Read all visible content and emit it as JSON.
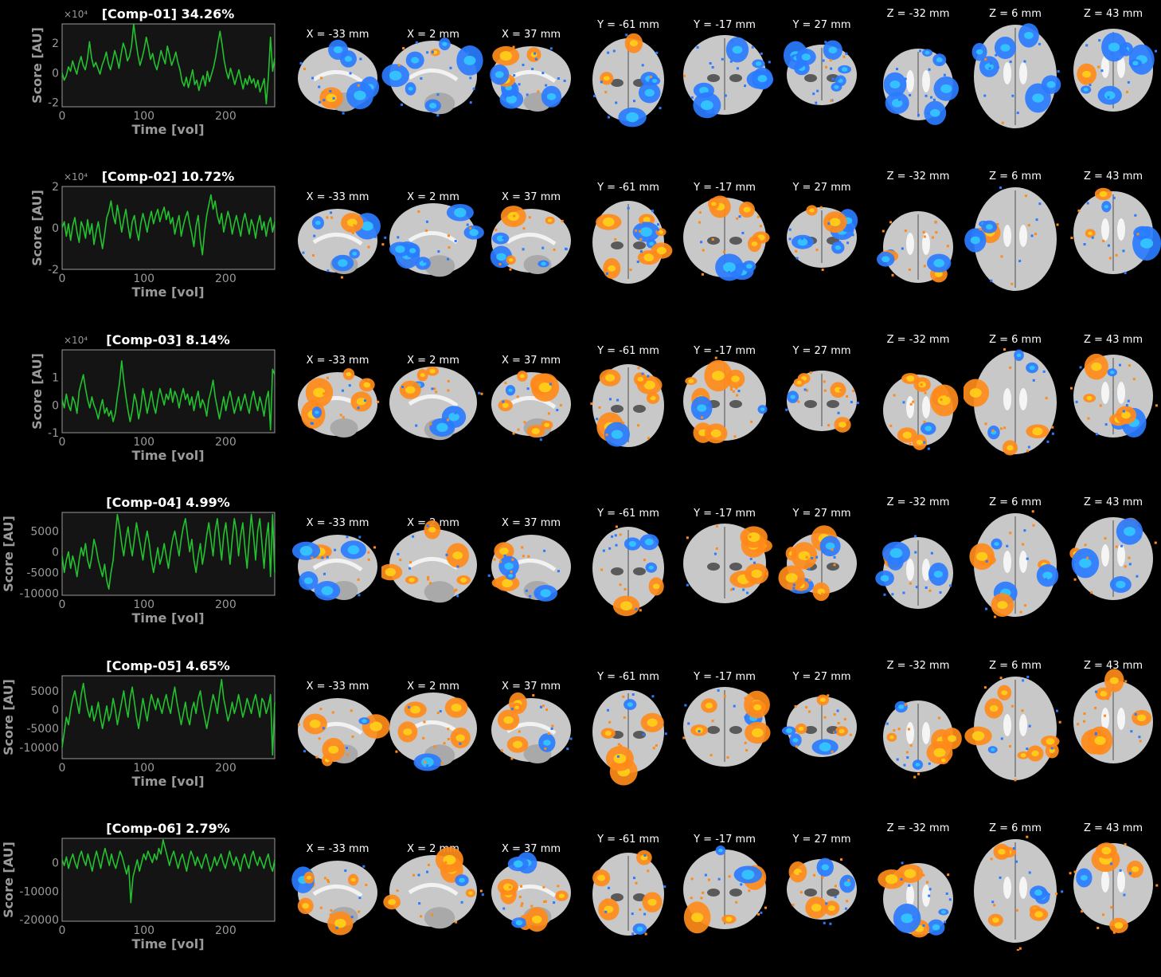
{
  "chart_data": [
    {
      "type": "line",
      "title": "[Comp-01] 34.26%",
      "xlabel": "Time [vol]",
      "ylabel": "Score [AU]",
      "multiplier": "×10⁴",
      "xlim": [
        0,
        260
      ],
      "xticks": [
        "0",
        "100",
        "200"
      ],
      "ylim": [
        -2.3,
        3.3
      ],
      "yticks": [
        "-2",
        "0",
        "2"
      ],
      "ytick_values": [
        -2,
        0,
        2
      ],
      "series": [
        {
          "values": [
            0.0,
            -0.5,
            -0.2,
            0.4,
            0.1,
            0.8,
            0.3,
            -0.1,
            0.6,
            1.1,
            0.5,
            0.2,
            0.9,
            2.1,
            1.0,
            0.4,
            0.7,
            0.3,
            -0.1,
            0.5,
            0.9,
            1.4,
            0.6,
            0.2,
            0.8,
            1.5,
            1.0,
            0.3,
            1.2,
            2.0,
            1.6,
            0.8,
            1.1,
            1.8,
            3.3,
            2.2,
            1.2,
            0.5,
            1.0,
            1.6,
            2.4,
            1.7,
            0.9,
            1.3,
            0.6,
            0.2,
            0.8,
            1.5,
            1.0,
            0.6,
            1.8,
            1.2,
            0.5,
            0.9,
            1.4,
            0.7,
            0.2,
            -0.6,
            -0.9,
            -0.3,
            -1.0,
            -0.4,
            0.2,
            -0.8,
            -0.5,
            -1.2,
            -0.6,
            -0.2,
            -0.9,
            0.1,
            -0.6,
            -0.1,
            0.4,
            1.1,
            2.0,
            2.8,
            1.9,
            0.8,
            0.1,
            -0.4,
            0.3,
            -0.2,
            -0.8,
            -0.3,
            0.2,
            -0.5,
            -1.1,
            -0.4,
            -0.8,
            -0.2,
            -0.7,
            -0.4,
            -1.0,
            -0.5,
            -1.3,
            -0.9,
            -0.4,
            -2.1,
            -0.2,
            2.4,
            0.1,
            1.0
          ]
        }
      ]
    },
    {
      "type": "line",
      "title": "[Comp-02] 10.72%",
      "xlabel": "Time [vol]",
      "ylabel": "Score [AU]",
      "multiplier": "×10⁴",
      "xlim": [
        0,
        260
      ],
      "xticks": [
        "0",
        "100",
        "200"
      ],
      "ylim": [
        -2,
        2
      ],
      "yticks": [
        "-2",
        "0",
        "2"
      ],
      "ytick_values": [
        -2,
        0,
        2
      ],
      "series": [
        {
          "values": [
            0.0,
            0.3,
            -0.4,
            0.2,
            -0.6,
            0.1,
            0.5,
            -0.2,
            -0.7,
            0.3,
            0.0,
            -0.5,
            0.4,
            -0.3,
            0.2,
            -0.8,
            -0.2,
            0.3,
            -0.4,
            -1.0,
            -0.3,
            0.5,
            0.8,
            1.3,
            0.6,
            0.2,
            1.1,
            0.5,
            -0.2,
            0.4,
            0.9,
            0.1,
            -0.5,
            0.3,
            0.6,
            -0.1,
            -0.6,
            0.2,
            0.7,
            0.3,
            -0.2,
            0.4,
            0.8,
            0.2,
            0.6,
            0.9,
            0.3,
            0.7,
            1.0,
            0.4,
            0.8,
            0.2,
            0.5,
            -0.3,
            0.2,
            0.6,
            -0.4,
            0.1,
            0.5,
            0.8,
            0.2,
            -0.3,
            -0.9,
            0.1,
            0.6,
            -0.6,
            -1.3,
            -0.2,
            0.6,
            1.1,
            1.6,
            0.9,
            1.3,
            0.6,
            0.2,
            0.7,
            -0.2,
            0.3,
            0.8,
            0.4,
            -0.3,
            0.2,
            0.6,
            0.1,
            -0.4,
            0.3,
            0.7,
            0.2,
            -0.3,
            0.4,
            0.1,
            -0.5,
            0.2,
            0.6,
            -0.1,
            0.3,
            -0.4,
            0.2,
            0.5,
            -0.2,
            0.3
          ]
        }
      ]
    },
    {
      "type": "line",
      "title": "[Comp-03] 8.14%",
      "xlabel": "Time [vol]",
      "ylabel": "Score [AU]",
      "multiplier": "×10⁴",
      "xlim": [
        0,
        260
      ],
      "xticks": [
        "0",
        "100",
        "200"
      ],
      "ylim": [
        -1,
        2
      ],
      "yticks": [
        "-1",
        "0",
        "1"
      ],
      "ytick_values": [
        -1,
        0,
        1
      ],
      "series": [
        {
          "values": [
            0.2,
            -0.1,
            0.4,
            0.0,
            -0.2,
            0.3,
            0.1,
            -0.3,
            0.5,
            0.8,
            1.1,
            0.6,
            0.2,
            -0.1,
            0.3,
            0.0,
            -0.2,
            -0.5,
            -0.1,
            0.2,
            -0.3,
            -0.1,
            -0.4,
            -0.2,
            -0.6,
            -0.3,
            0.3,
            0.8,
            1.6,
            0.9,
            0.3,
            -0.2,
            -0.6,
            -0.2,
            0.4,
            0.1,
            -0.5,
            -0.1,
            0.6,
            0.2,
            -0.3,
            0.1,
            0.5,
            0.0,
            -0.3,
            0.2,
            0.6,
            0.3,
            0.0,
            0.4,
            0.2,
            0.6,
            0.1,
            0.5,
            0.3,
            -0.1,
            0.3,
            0.6,
            0.2,
            0.4,
            0.0,
            0.3,
            -0.2,
            0.2,
            0.5,
            -0.1,
            0.2,
            0.0,
            -0.4,
            0.2,
            0.5,
            0.9,
            0.3,
            -0.1,
            -0.5,
            -0.1,
            0.3,
            -0.2,
            0.2,
            0.5,
            0.1,
            -0.3,
            0.0,
            0.3,
            -0.2,
            0.1,
            0.4,
            0.0,
            -0.3,
            0.2,
            0.5,
            0.1,
            -0.2,
            0.3,
            0.0,
            -0.4,
            0.2,
            0.5,
            -0.9,
            1.3,
            1.1
          ]
        }
      ]
    },
    {
      "type": "line",
      "title": "[Comp-04] 4.99%",
      "xlabel": "Time [vol]",
      "ylabel": "Score [AU]",
      "multiplier": "",
      "xlim": [
        0,
        260
      ],
      "xticks": [
        "0",
        "100",
        "200"
      ],
      "ylim": [
        -10500,
        9500
      ],
      "yticks": [
        "5000",
        "0",
        "-5000",
        "-10000"
      ],
      "ytick_values": [
        5000,
        0,
        -5000,
        -10000
      ],
      "series": [
        {
          "values": [
            -1000,
            -5000,
            -2000,
            0,
            -4000,
            -1000,
            -3000,
            -6000,
            -2000,
            1000,
            -1000,
            2000,
            -2000,
            -4000,
            -1000,
            3000,
            1000,
            -2000,
            -4000,
            -6000,
            -3000,
            -7000,
            -9000,
            -5000,
            -2000,
            4000,
            9000,
            6000,
            2000,
            -1000,
            3000,
            6000,
            2000,
            -1000,
            3000,
            7000,
            4000,
            1000,
            -2000,
            2000,
            5000,
            2000,
            -2000,
            -5000,
            -2000,
            1000,
            -3000,
            -1000,
            2000,
            -1000,
            -4000,
            0,
            3000,
            5000,
            2000,
            -1000,
            3000,
            6000,
            8000,
            4000,
            0,
            3000,
            -2000,
            -5000,
            -1000,
            2000,
            -3000,
            0,
            4000,
            7000,
            3000,
            -1000,
            5000,
            8000,
            3000,
            -2000,
            4000,
            7000,
            2000,
            -3000,
            3000,
            8000,
            5000,
            -1000,
            4000,
            7000,
            1000,
            -4000,
            3000,
            9000,
            4000,
            -2000,
            5000,
            8000,
            2000,
            -4000,
            3000,
            7000,
            -6000,
            9000,
            -5000
          ]
        }
      ]
    },
    {
      "type": "line",
      "title": "[Comp-05] 4.65%",
      "xlabel": "Time [vol]",
      "ylabel": "Score [AU]",
      "multiplier": "",
      "xlim": [
        0,
        260
      ],
      "xticks": [
        "0",
        "100",
        "200"
      ],
      "ylim": [
        -13000,
        9000
      ],
      "yticks": [
        "5000",
        "0",
        "-5000",
        "-10000"
      ],
      "ytick_values": [
        5000,
        0,
        -5000,
        -10000
      ],
      "series": [
        {
          "values": [
            -10000,
            -6000,
            -2000,
            -4000,
            0,
            3000,
            5000,
            2000,
            -1000,
            4000,
            7000,
            3000,
            0,
            -2000,
            1000,
            -3000,
            -1000,
            2000,
            -2000,
            -5000,
            -2000,
            1000,
            -3000,
            -1000,
            3000,
            0,
            -4000,
            -1000,
            2000,
            5000,
            1000,
            -2000,
            3000,
            6000,
            2000,
            -2000,
            -5000,
            -1000,
            3000,
            0,
            -3000,
            1000,
            4000,
            2000,
            0,
            3000,
            1000,
            -1000,
            2000,
            4000,
            1000,
            -1000,
            3000,
            6000,
            2000,
            -1000,
            -4000,
            -1000,
            2000,
            -2000,
            -4000,
            0,
            2000,
            -1000,
            3000,
            5000,
            1000,
            -2000,
            -5000,
            -2000,
            1000,
            4000,
            2000,
            -1000,
            4000,
            8000,
            3000,
            0,
            -3000,
            -1000,
            2000,
            -1000,
            1000,
            4000,
            1000,
            -2000,
            0,
            3000,
            1000,
            -1000,
            2000,
            4000,
            1000,
            -2000,
            3000,
            2000,
            -1000,
            1000,
            4000,
            -12000,
            2000
          ]
        }
      ]
    },
    {
      "type": "line",
      "title": "[Comp-06] 2.79%",
      "xlabel": "Time [vol]",
      "ylabel": "Score [AU]",
      "multiplier": "",
      "xlim": [
        0,
        260
      ],
      "xticks": [
        "0",
        "100",
        "200"
      ],
      "ylim": [
        -20500,
        8500
      ],
      "yticks": [
        "0",
        "-10000",
        "-20000"
      ],
      "ytick_values": [
        0,
        -10000,
        -20000
      ],
      "series": [
        {
          "values": [
            1000,
            -1000,
            2000,
            -2000,
            1000,
            3000,
            0,
            -2000,
            2000,
            4000,
            1000,
            -1000,
            3000,
            0,
            -3000,
            1000,
            4000,
            1000,
            -2000,
            2000,
            5000,
            2000,
            -1000,
            3000,
            0,
            -2000,
            1000,
            4000,
            2000,
            -1000,
            -4000,
            -1000,
            -14000,
            -5000,
            -2000,
            1000,
            -3000,
            0,
            3000,
            1000,
            4000,
            2000,
            0,
            3000,
            1000,
            5000,
            3000,
            8000,
            5000,
            2000,
            -1000,
            2000,
            4000,
            1000,
            -2000,
            1000,
            3000,
            0,
            -3000,
            1000,
            4000,
            2000,
            -1000,
            2000,
            0,
            -2000,
            1000,
            3000,
            0,
            -3000,
            -1000,
            2000,
            -1000,
            1000,
            3000,
            0,
            -2000,
            1000,
            4000,
            1000,
            -1000,
            2000,
            0,
            -3000,
            1000,
            3000,
            0,
            -2000,
            2000,
            4000,
            1000,
            -1000,
            2000,
            0,
            -2000,
            1000,
            3000,
            -1000,
            -3000,
            1000
          ]
        }
      ]
    }
  ],
  "slice_labels": {
    "sagittal": [
      "X = -33 mm",
      "X = 2 mm",
      "X = 37 mm"
    ],
    "coronal": [
      "Y = -61 mm",
      "Y = -17 mm",
      "Y = 27 mm"
    ],
    "axial": [
      "Z = -32 mm",
      "Z = 6 mm",
      "Z = 43 mm"
    ]
  },
  "colors": {
    "line": "#22c22e",
    "axis": "#9a9a9a",
    "plot_bg": "#141414",
    "brain": "#c8c8c8",
    "positive": "#ff8a1a",
    "positive_hi": "#ffd21a",
    "negative": "#2a7bff",
    "negative_hi": "#33c8ff"
  },
  "components": [
    {
      "blob_mix": "neg"
    },
    {
      "blob_mix": "mixed-neg"
    },
    {
      "blob_mix": "pos"
    },
    {
      "blob_mix": "mixed"
    },
    {
      "blob_mix": "pos"
    },
    {
      "blob_mix": "mixed"
    }
  ]
}
